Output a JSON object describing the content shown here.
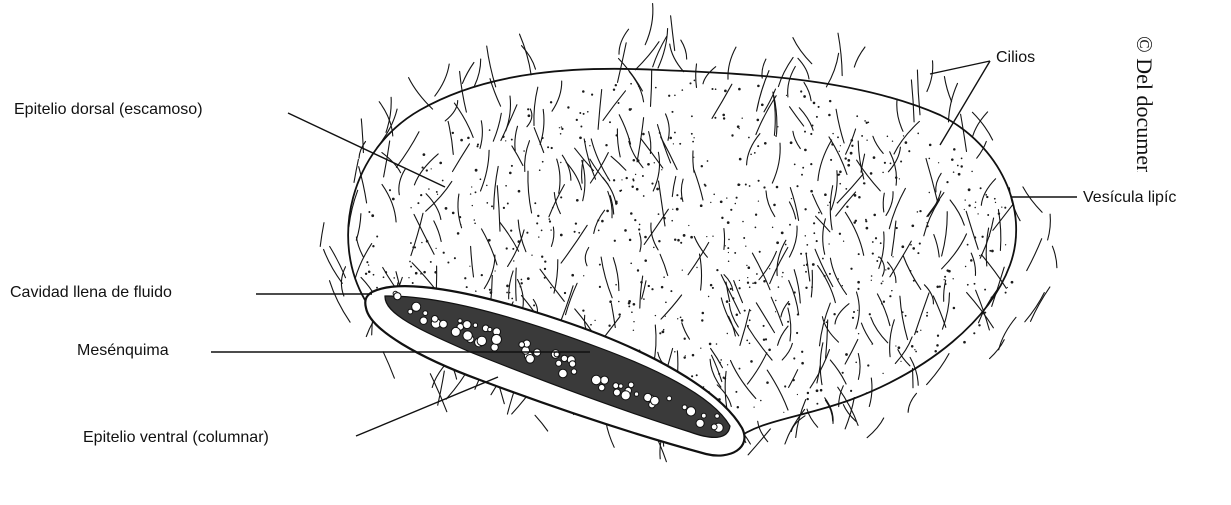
{
  "labels": {
    "epitelio_dorsal": "Epitelio dorsal (escamoso)",
    "cilios": "Cilios",
    "vesicula_lipidica": "Vesícula lipíc",
    "cavidad": "Cavidad llena de fluido",
    "mesenquima": "Mesénquima",
    "epitelio_ventral": "Epitelio ventral (columnar)"
  },
  "copyright": "© Del documento, de l",
  "colors": {
    "ink": "#111111",
    "background": "#ffffff"
  }
}
